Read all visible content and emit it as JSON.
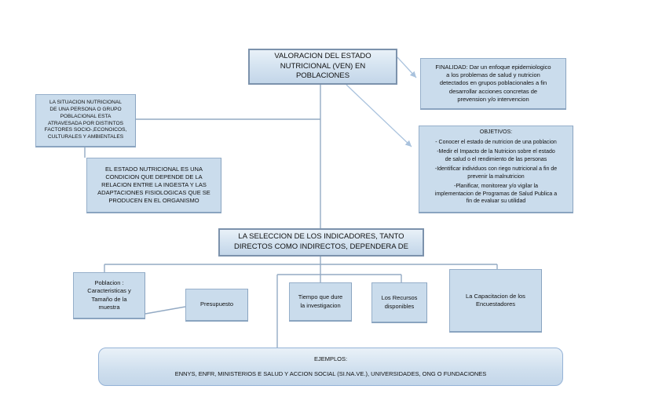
{
  "colors": {
    "box_fill": "#cadcec",
    "box_border": "#95b3d7",
    "strong_border": "#7c92ac",
    "gradient_top": "#e9f1f8",
    "gradient_bottom": "#c3d6e9",
    "connector": "#93aac4",
    "arrow": "#a9c2dd",
    "text": "#111111"
  },
  "nodes": {
    "valoracion": "VALORACION DEL ESTADO\nNUTRICIONAL (VEN) EN\nPOBLACIONES",
    "finalidad": "FINALIDAD: Dar un enfoque epidemiologico\na los problemas de salud y nutricion\ndetectados en grupos poblacionales a fin\ndesarrollar acciones concretas de\nprevension y/o intervencion",
    "objetivos_title": "OBJETIVOS:",
    "objetivos_items": [
      "- Conocer el estado de nutricion de una poblacion",
      "-Medir el Impacto de la Nutricion sobre el estado\nde salud o el rendimiento de las personas",
      "-Identificar individuos con riego nutricional a fin de\nprevenir la malnutricion",
      "-Planificar, monitorear y/o vigilar la\nimplementacion de Programas de Salud Publica a\nfin de evaluar su utilidad"
    ],
    "situacion": "LA SITUACION NUTRICIONAL\nDE UNA PERSONA O GRUPO\nPOBLACIONAL ESTA\nATRAVESADA POR DISTINTOS\nFACTORES SOCIO-,ECONOICOS,\nCULTURALES Y AMBIENTALES",
    "estado": "EL ESTADO NUTRICIONAL ES UNA\nCONDICION QUE DEPENDE DE LA\nRELACION ENTRE LA INGESTA Y LAS\nADAPTACIONES FISIOLOGICAS QUE SE\nPRODUCEN EN EL ORGANISMO",
    "seleccion": "LA SELECCION DE LOS INDICADORES, TANTO\nDIRECTOS COMO INDIRECTOS,  DEPENDERA DE",
    "poblacion": "Poblacion :\nCaracteristicas y\nTamaño de la\nmuestra",
    "presupuesto": "Presupuesto",
    "tiempo": "Tiempo que dure\nla investigacion",
    "recursos": "Los Recursos\ndisponibles",
    "capacitacion": "La Capacitacion de los\nEncuestadores",
    "ejemplos_title": "EJEMPLOS:",
    "ejemplos_body": "ENNYS, ENFR, MINISTERIOS E SALUD Y ACCION SOCIAL (SI.NA.VE.), UNIVERSIDADES, ONG O FUNDACIONES"
  }
}
